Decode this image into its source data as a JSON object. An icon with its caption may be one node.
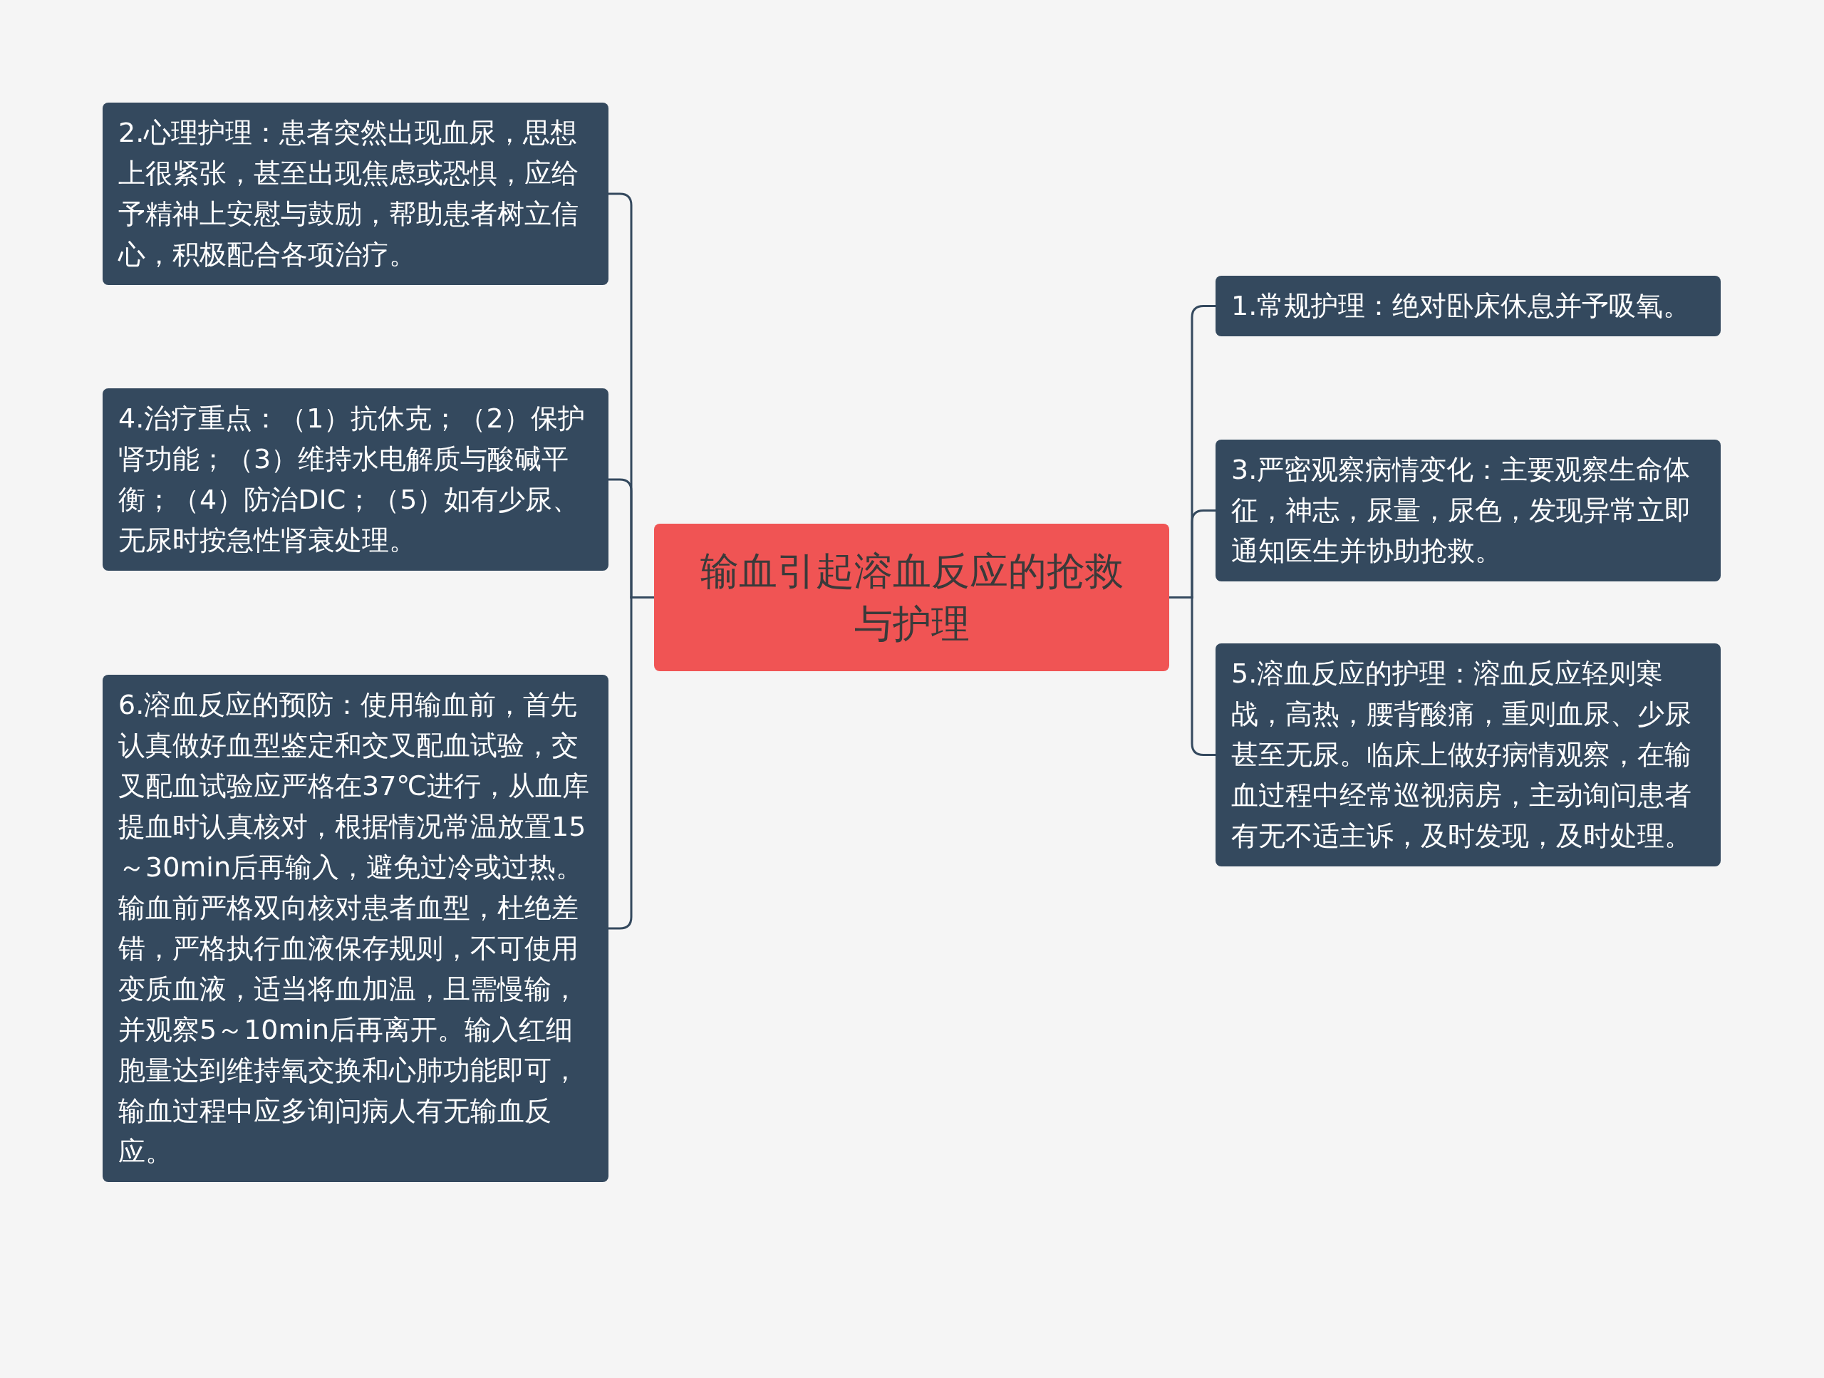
{
  "diagram": {
    "nodes": [
      {
        "text": [
          "输血引起溶血反应的抢救与护理"
        ]
      },
      {
        "text": [
          "2.心理护理：患者突然出现血尿，思想上很紧张，甚至出现焦虑或恐惧，应给予精神上安慰与鼓励，帮助患者树立信心，积极配合各项治疗。"
        ]
      },
      {
        "text": [
          "4.治疗重点：（1）抗休克；（2）保护肾功能；（3）维持水电解质与酸碱平衡；（4）防治DIC；（5）如有少尿、无尿时按急性肾衰处理。"
        ]
      },
      {
        "text": [
          "6.溶血反应的预防：使用输血前，首先认真做好血型鉴定和交叉配血试验，交叉配血试验应严格在37℃进行，从血库提血时认真核对，根据情况常温放置15～30min后再输入，避免过冷或过热。输血前严格双向核对患者血型，杜绝差错，严格执行血液保存规则，不可使用变质血液，适当将血加温，且需慢输，并观察5～10min后再离开。输入红细胞量达到维持氧交换和心肺功能即可，输血过程中应多询问病人有无输血反应。"
        ]
      },
      {
        "text": [
          "1.常规护理：绝对卧床休息并予吸氧。"
        ]
      },
      {
        "text": [
          "3.严密观察病情变化：主要观察生命体征，神志，尿量，尿色，发现异常立即通知医生并协助抢救。"
        ]
      },
      {
        "text": [
          "5.溶血反应的护理：溶血反应轻则寒战，高热，腰背酸痛，重则血尿、少尿甚至无尿。临床上做好病情观察，在输血过程中经常巡视病房，主动询问患者有无不适主诉，及时发现，及时处理。"
        ]
      }
    ],
    "edges": [
      {
        "from": 0,
        "to": 1,
        "arrow": "none"
      },
      {
        "from": 0,
        "to": 2,
        "arrow": "none"
      },
      {
        "from": 0,
        "to": 3,
        "arrow": "none"
      },
      {
        "from": 0,
        "to": 4,
        "arrow": "none"
      },
      {
        "from": 0,
        "to": 5,
        "arrow": "none"
      },
      {
        "from": 0,
        "to": 6,
        "arrow": "none"
      }
    ]
  }
}
